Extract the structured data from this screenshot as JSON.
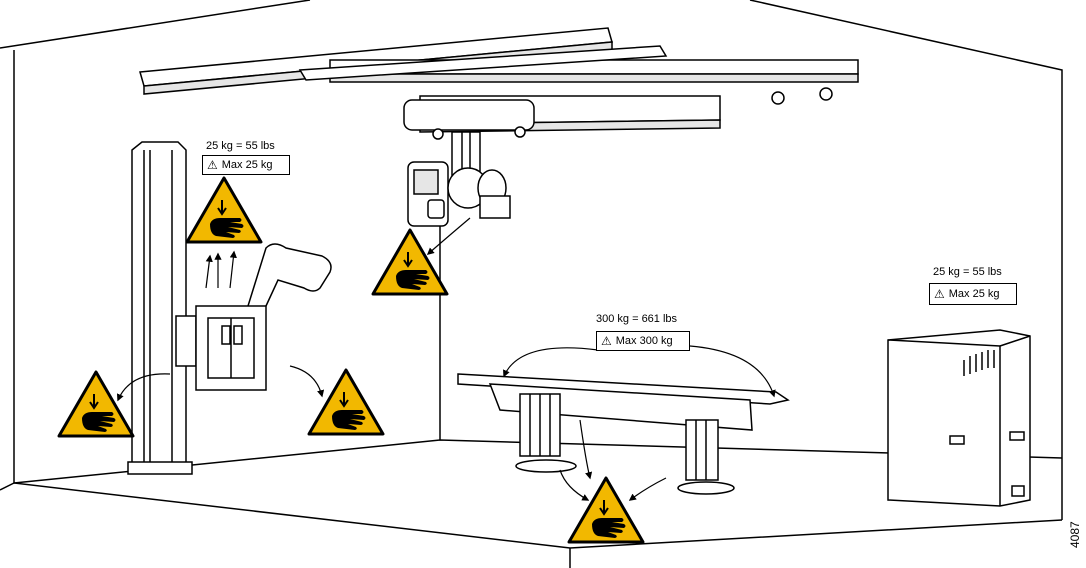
{
  "wall_stand": {
    "weight_equiv": "25 kg = 55 lbs",
    "max_load": "Max 25 kg"
  },
  "cabinet": {
    "weight_equiv": "25 kg = 55 lbs",
    "max_load": "Max 25 kg"
  },
  "table": {
    "weight_equiv": "300 kg = 661 lbs",
    "max_load": "Max 300 kg"
  },
  "figure_number": "4087",
  "colors": {
    "hazard_fill": "#f2b800",
    "line": "#000000",
    "shade": "#e6e6e6"
  },
  "icons": [
    "warning-triangle-icon",
    "hand-crush-hazard-icon"
  ]
}
